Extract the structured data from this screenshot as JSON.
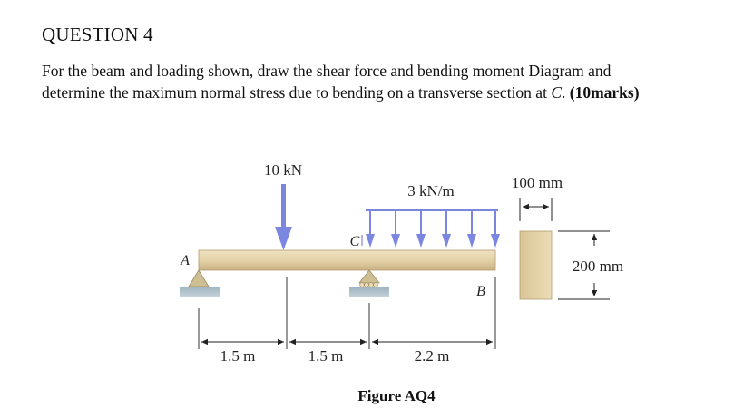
{
  "question": {
    "heading": "QUESTION 4",
    "text_line1": "For the beam and loading shown, draw the shear force and bending moment Diagram and",
    "text_line2_a": "determine the maximum normal stress due to bending on a transverse section at ",
    "text_line2_c": "C",
    "text_line2_b": ". ",
    "marks": "(10marks)"
  },
  "figure": {
    "point_load": "10 kN",
    "distributed_load": "3 kN/m",
    "point_a": "A",
    "point_b": "B",
    "point_c": "C",
    "span_1": "1.5 m",
    "span_2": "1.5 m",
    "span_3": "2.2 m",
    "section_width": "100 mm",
    "section_height": "200 mm",
    "caption": "Figure AQ4"
  }
}
